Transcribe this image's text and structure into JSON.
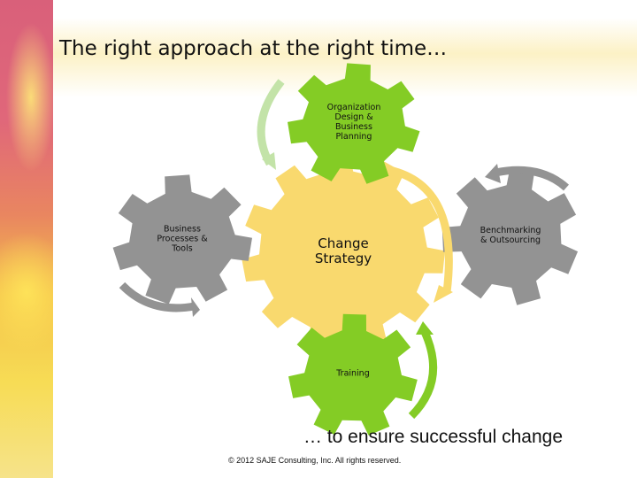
{
  "slide": {
    "title": "The right approach at the right time…",
    "subtitle": "… to ensure successful change",
    "copyright": "© 2012 SAJE Consulting, Inc. All rights reserved."
  },
  "gears": [
    {
      "id": "change-strategy",
      "lines": [
        "Change",
        "Strategy"
      ],
      "color": "#f9d96e"
    },
    {
      "id": "organization-design",
      "lines": [
        "Organization",
        "Design &",
        "Business",
        "Planning"
      ],
      "color": "#84cc25"
    },
    {
      "id": "business-processes",
      "lines": [
        "Business",
        "Processes &",
        "Tools"
      ],
      "color": "#939393"
    },
    {
      "id": "benchmarking",
      "lines": [
        "Benchmarking",
        "& Outsourcing"
      ],
      "color": "#939393"
    },
    {
      "id": "training",
      "lines": [
        "Training"
      ],
      "color": "#84cc25"
    }
  ],
  "arrow_colors": {
    "light_green": "#c3e3a8",
    "yellow": "#f9d96e",
    "gray": "#939393",
    "green": "#84cc25"
  }
}
